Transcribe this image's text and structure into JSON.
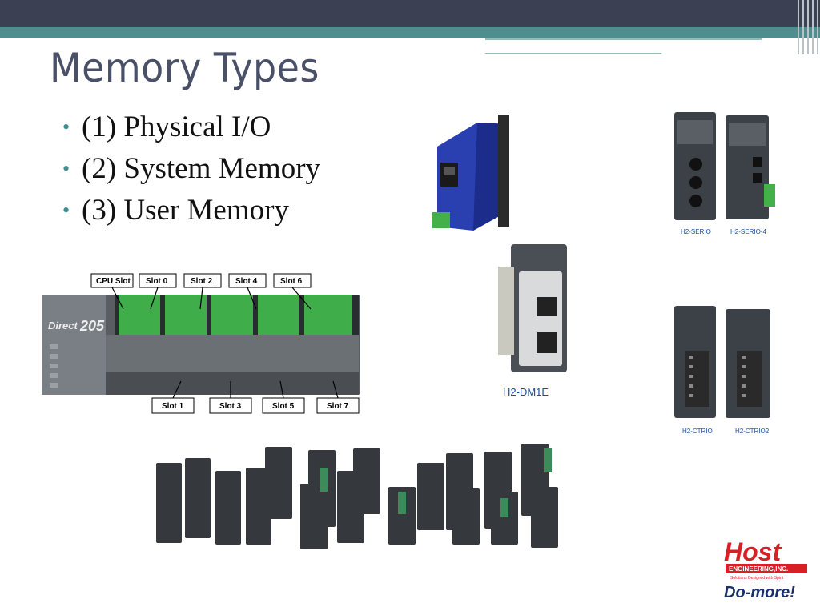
{
  "slide": {
    "title": "Memory Types",
    "bullets": [
      {
        "label": "(1) Physical I/O"
      },
      {
        "label": "(2) System Memory"
      },
      {
        "label": "(3) User Memory"
      }
    ]
  },
  "rack": {
    "top_slots": [
      "CPU Slot",
      "Slot 0",
      "Slot 2",
      "Slot 4",
      "Slot 6"
    ],
    "bottom_slots": [
      "Slot 1",
      "Slot 3",
      "Slot 5",
      "Slot 7"
    ]
  },
  "modules": {
    "serio_labels": [
      "H2-SERIO",
      "H2-SERIO-4"
    ],
    "dm1e_label": "H2-DM1E",
    "ctrio_labels": [
      "H2-CTRIO",
      "H2-CTRIO2"
    ]
  },
  "logo": {
    "brand": "Host",
    "company": "ENGINEERING,INC.",
    "tagline": "Solutions Designed with Spirit",
    "product": "Do-more!"
  },
  "colors": {
    "header_dark": "#3c4053",
    "header_teal": "#4f8e8e",
    "title": "#4a5068",
    "bullet_dot": "#3f8e8e"
  }
}
